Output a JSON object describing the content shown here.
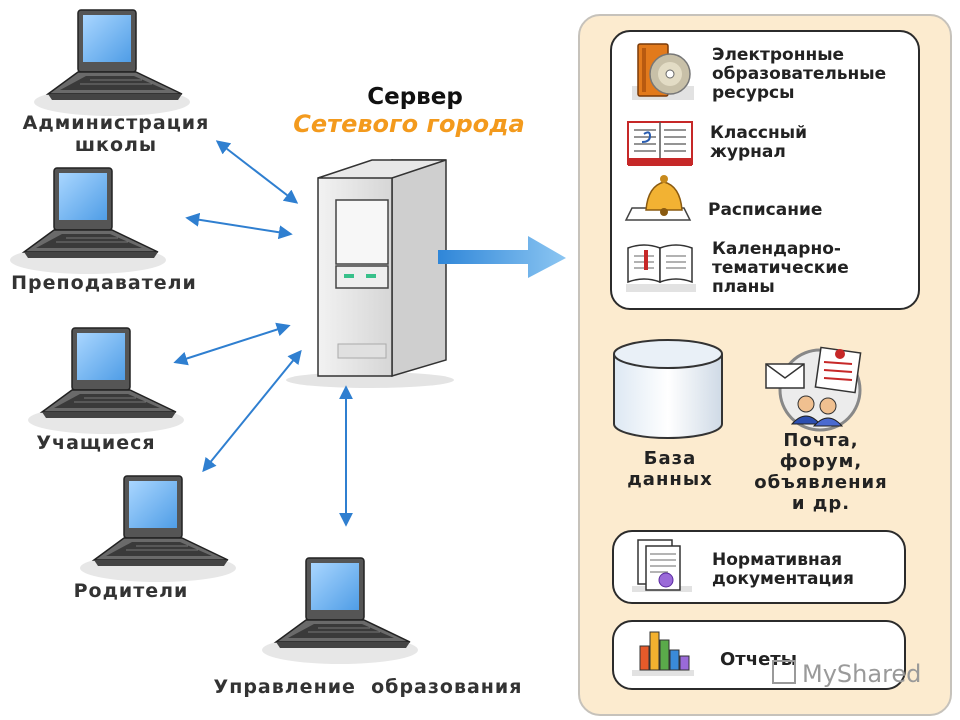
{
  "server": {
    "title": "Сервер",
    "subtitle": "Сетевого города"
  },
  "clients": [
    {
      "line1": "Администрация",
      "line2": "школы"
    },
    {
      "line1": "Преподаватели"
    },
    {
      "line1": "Учащиеся"
    },
    {
      "line1": "Родители"
    },
    {
      "line1": "Управление  образования"
    }
  ],
  "resources": {
    "items": [
      {
        "icon": "disc-book-icon",
        "lines": [
          "Электронные",
          "образовательные",
          "ресурсы"
        ]
      },
      {
        "icon": "journal-icon",
        "lines": [
          "Классный",
          "журнал"
        ]
      },
      {
        "icon": "bell-icon",
        "lines": [
          "Расписание"
        ]
      },
      {
        "icon": "open-book-icon",
        "lines": [
          "Календарно-",
          "тематические",
          "планы"
        ]
      }
    ]
  },
  "database": {
    "icon": "database-icon",
    "lines": [
      "База",
      "данных"
    ]
  },
  "mail": {
    "icon": "mail-users-icon",
    "lines": [
      "Почта,",
      "форум,",
      "объявления",
      "и др."
    ]
  },
  "docs": {
    "icon": "document-icon",
    "lines": [
      "Нормативная",
      "документация"
    ]
  },
  "reports": {
    "icon": "bar-chart-icon",
    "label": "Отчеты"
  },
  "watermark": "MyShared",
  "colors": {
    "arrow": "#2f7fd0",
    "big_arrow": "#5aaae8",
    "panel_bg": "#fcebcf",
    "subtitle": "#f39a1d"
  }
}
